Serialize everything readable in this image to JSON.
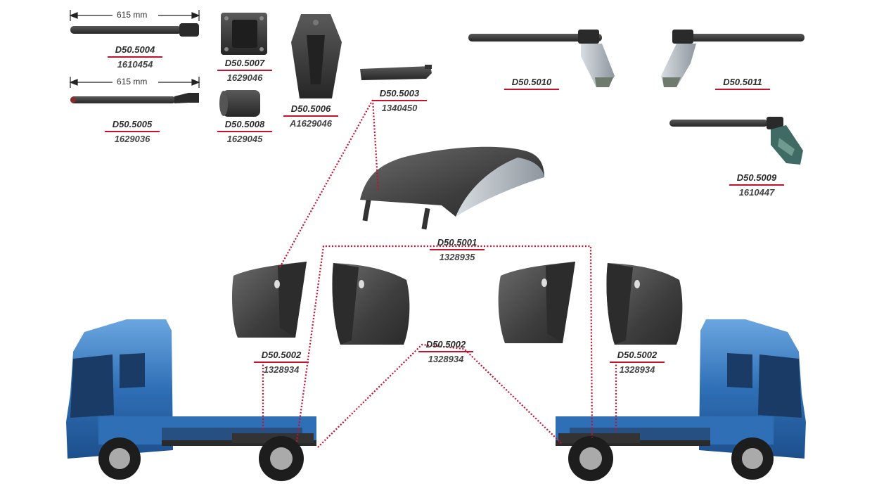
{
  "dimensions": [
    {
      "id": "dim1",
      "text": "615 mm"
    },
    {
      "id": "dim2",
      "text": "615 mm"
    }
  ],
  "labels": [
    {
      "id": "l5004",
      "code": "D50.5004",
      "num": "1610454"
    },
    {
      "id": "l5005",
      "code": "D50.5005",
      "num": "1629036"
    },
    {
      "id": "l5007",
      "code": "D50.5007",
      "num": "1629046"
    },
    {
      "id": "l5008",
      "code": "D50.5008",
      "num": "1629045"
    },
    {
      "id": "l5006",
      "code": "D50.5006",
      "num": "A1629046"
    },
    {
      "id": "l5003",
      "code": "D50.5003",
      "num": "1340450"
    },
    {
      "id": "l5010",
      "code": "D50.5010",
      "num": ""
    },
    {
      "id": "l5011",
      "code": "D50.5011",
      "num": ""
    },
    {
      "id": "l5009",
      "code": "D50.5009",
      "num": "1610447"
    },
    {
      "id": "l5001",
      "code": "D50.5001",
      "num": "1328935"
    },
    {
      "id": "l5002a",
      "code": "D50.5002",
      "num": "1328934"
    },
    {
      "id": "l5002b",
      "code": "D50.5002",
      "num": "1328934"
    },
    {
      "id": "l5002c",
      "code": "D50.5002",
      "num": "1328934"
    }
  ],
  "colors": {
    "accent": "#c8102e",
    "truck": "#2f6fb6",
    "part": "#3a3a3a"
  }
}
